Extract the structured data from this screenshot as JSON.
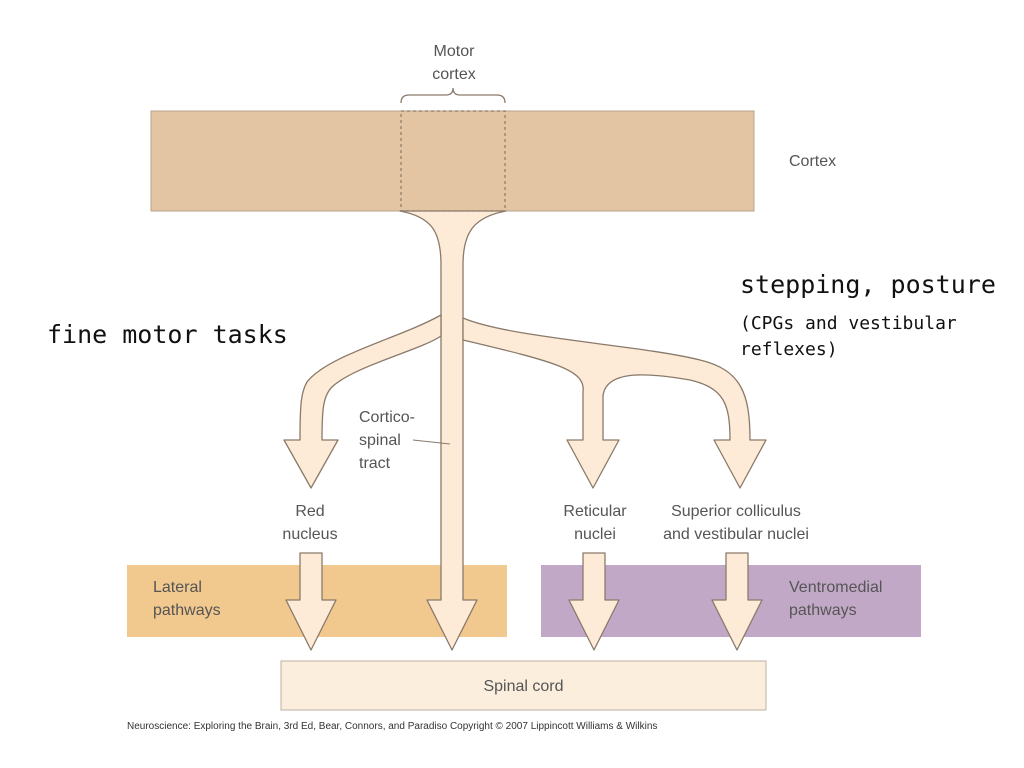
{
  "labels": {
    "motor_cortex": [
      "Motor",
      "cortex"
    ],
    "cortex": "Cortex",
    "corticospinal": [
      "Cortico-",
      "spinal",
      "tract"
    ],
    "red_nucleus": [
      "Red",
      "nucleus"
    ],
    "reticular": [
      "Reticular",
      "nuclei"
    ],
    "superior": [
      "Superior colliculus",
      "and vestibular nuclei"
    ],
    "lateral": [
      "Lateral",
      "pathways"
    ],
    "ventromedial": [
      "Ventromedial",
      "pathways"
    ],
    "spinal_cord": "Spinal cord"
  },
  "annotations": {
    "fine_motor": "fine motor tasks",
    "stepping": "stepping, posture",
    "cpgs": [
      "(CPGs and vestibular",
      "reflexes)"
    ]
  },
  "credit": "Neuroscience: Exploring the Brain, 3rd Ed, Bear, Connors, and Paradiso Copyright © 2007 Lippincott Williams & Wilkins",
  "colors": {
    "cortex": "#e3c4a3",
    "lateral": "#f1c88e",
    "ventromedial": "#c2a8c7",
    "spinal_cord": "#fbeedd",
    "tract": "#fdebd8",
    "outline": "#8a7a6a"
  }
}
